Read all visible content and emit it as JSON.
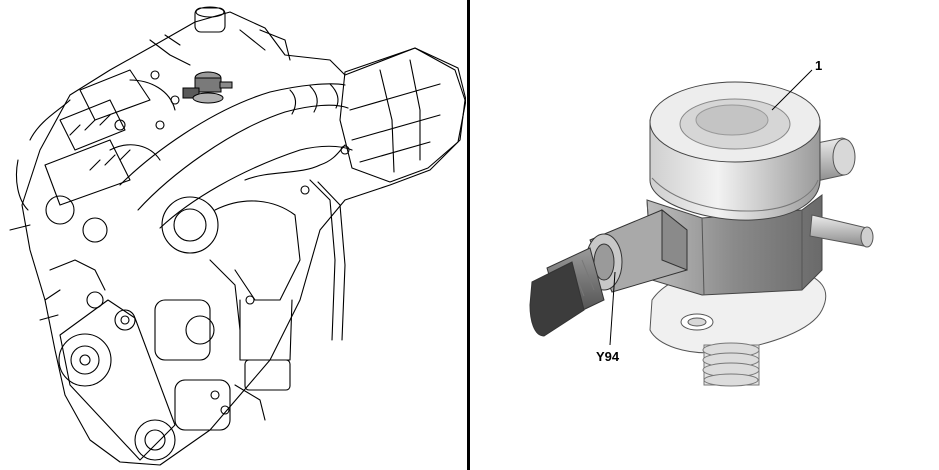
{
  "right_panel": {
    "callouts": [
      {
        "id": "pump",
        "label": "1"
      },
      {
        "id": "sensor",
        "label": "Y94"
      }
    ]
  },
  "colors": {
    "line": "#000000",
    "divider": "#000000",
    "highlight": "#7a7a7a",
    "metal_light": "#e6e6e6",
    "metal_mid": "#b5b5b5",
    "metal_dark": "#6e6e6e",
    "connector_dark": "#3c3c3c"
  }
}
